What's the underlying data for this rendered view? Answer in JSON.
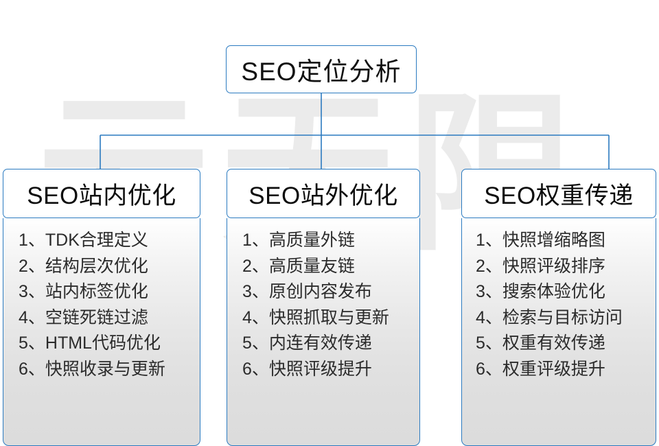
{
  "watermark": {
    "text": "云无限"
  },
  "diagram": {
    "type": "tree",
    "root": {
      "label": "SEO定位分析"
    },
    "columns": [
      {
        "id": "col-0",
        "header": "SEO站内优化",
        "items": [
          {
            "num": "1、",
            "text": "TDK合理定义"
          },
          {
            "num": "2、",
            "text": "结构层次优化"
          },
          {
            "num": "3、",
            "text": "站内标签优化"
          },
          {
            "num": "4、",
            "text": "空链死链过滤"
          },
          {
            "num": "5、",
            "text": "HTML代码优化"
          },
          {
            "num": "6、",
            "text": "快照收录与更新"
          }
        ]
      },
      {
        "id": "col-1",
        "header": "SEO站外优化",
        "items": [
          {
            "num": "1、",
            "text": "高质量外链"
          },
          {
            "num": "2、",
            "text": "高质量友链"
          },
          {
            "num": "3、",
            "text": "原创内容发布"
          },
          {
            "num": "4、",
            "text": "快照抓取与更新"
          },
          {
            "num": "5、",
            "text": "内连有效传递"
          },
          {
            "num": "6、",
            "text": "快照评级提升"
          }
        ]
      },
      {
        "id": "col-2",
        "header": "SEO权重传递",
        "items": [
          {
            "num": "1、",
            "text": "快照增缩略图"
          },
          {
            "num": "2、",
            "text": "快照评级排序"
          },
          {
            "num": "3、",
            "text": "搜索体验优化"
          },
          {
            "num": "4、",
            "text": "检索与目标访问"
          },
          {
            "num": "5、",
            "text": "权重有效传递"
          },
          {
            "num": "6、",
            "text": "权重评级提升"
          }
        ]
      }
    ]
  },
  "colors": {
    "border": "#2a7ac0",
    "connector": "#2a7ac0",
    "background": "#ffffff",
    "watermark": "#ebebeb",
    "body_gradient_top": "#ffffff",
    "body_gradient_bottom": "#dcdcdc",
    "text": "#1a1a1a"
  }
}
